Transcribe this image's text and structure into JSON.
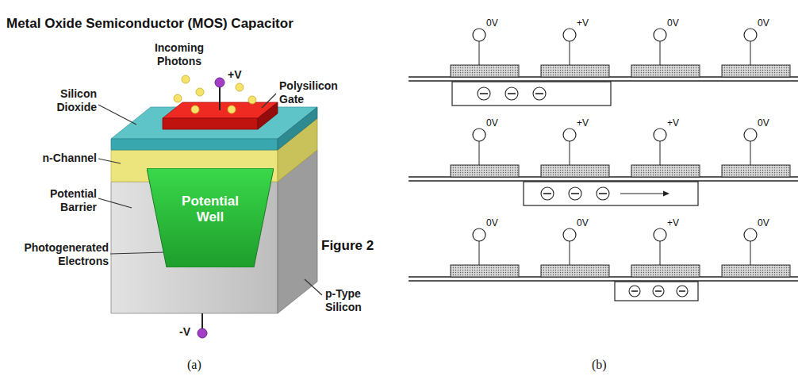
{
  "diagram": {
    "title": "Metal Oxide Semiconductor (MOS) Capacitor",
    "nodes": [
      {
        "text": [
          "Potential Well"
        ]
      }
    ],
    "labels": [
      "Incoming Photons",
      "+V",
      "Polysilicon Gate",
      "Silicon Dioxide",
      "n-Channel",
      "Potential Barrier",
      "Photogenerated Electrons",
      "-V",
      "p-Type Silicon",
      "Figure 2",
      "(a)",
      "0V",
      "+V",
      "0V",
      "0V",
      "0V",
      "+V",
      "+V",
      "0V",
      "0V",
      "0V",
      "+V",
      "0V",
      "(b)"
    ]
  }
}
